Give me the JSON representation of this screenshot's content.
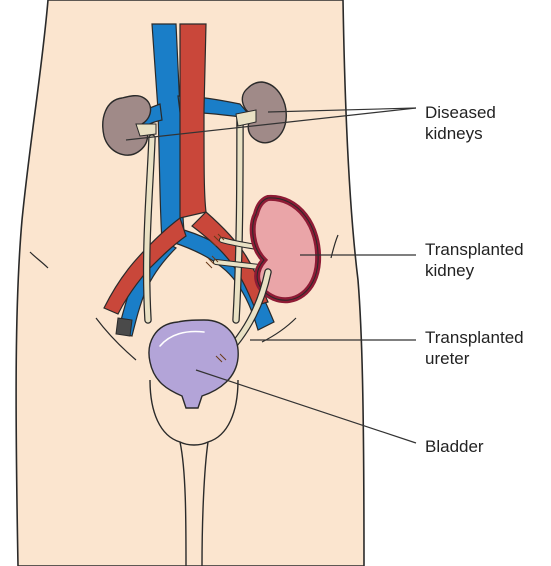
{
  "labels": {
    "diseased_kidneys": {
      "line1": "Diseased",
      "line2": "kidneys"
    },
    "transplanted_kidney": {
      "line1": "Transplanted",
      "line2": "kidney"
    },
    "transplanted_ureter": {
      "line1": "Transplanted",
      "line2": "ureter"
    },
    "bladder": {
      "line1": "Bladder"
    }
  },
  "colors": {
    "skin": "#fbe5cf",
    "outline": "#2a2a2a",
    "vein": "#1a7ec8",
    "artery": "#c9473a",
    "diseased_kidney": "#a08a88",
    "transplanted_kidney": "#eaa5a8",
    "transplanted_kidney_rim": "#8e1b35",
    "ureter": "#e9e1c4",
    "bladder": "#b3a4d8",
    "leader_line": "#333333"
  }
}
